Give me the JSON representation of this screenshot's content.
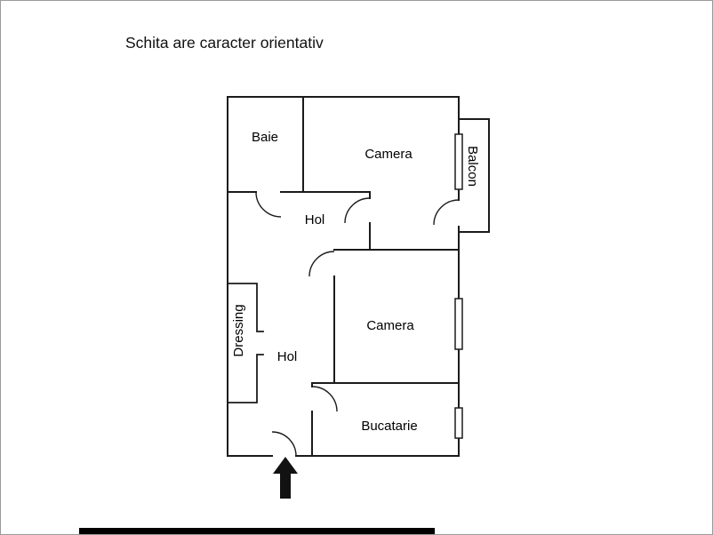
{
  "page": {
    "title": "Schita are caracter orientativ"
  },
  "rooms": {
    "baie": "Baie",
    "camera_top": "Camera",
    "balcon": "Balcon",
    "hol_top": "Hol",
    "dressing": "Dressing",
    "hol_bottom": "Hol",
    "camera_mid": "Camera",
    "bucatarie": "Bucatarie"
  },
  "colors": {
    "wall": "#1b1b1b",
    "page_background": "#ffffff",
    "page_border": "#9a9a9a",
    "arrow": "#121212",
    "bottom_bar": "#000000"
  }
}
